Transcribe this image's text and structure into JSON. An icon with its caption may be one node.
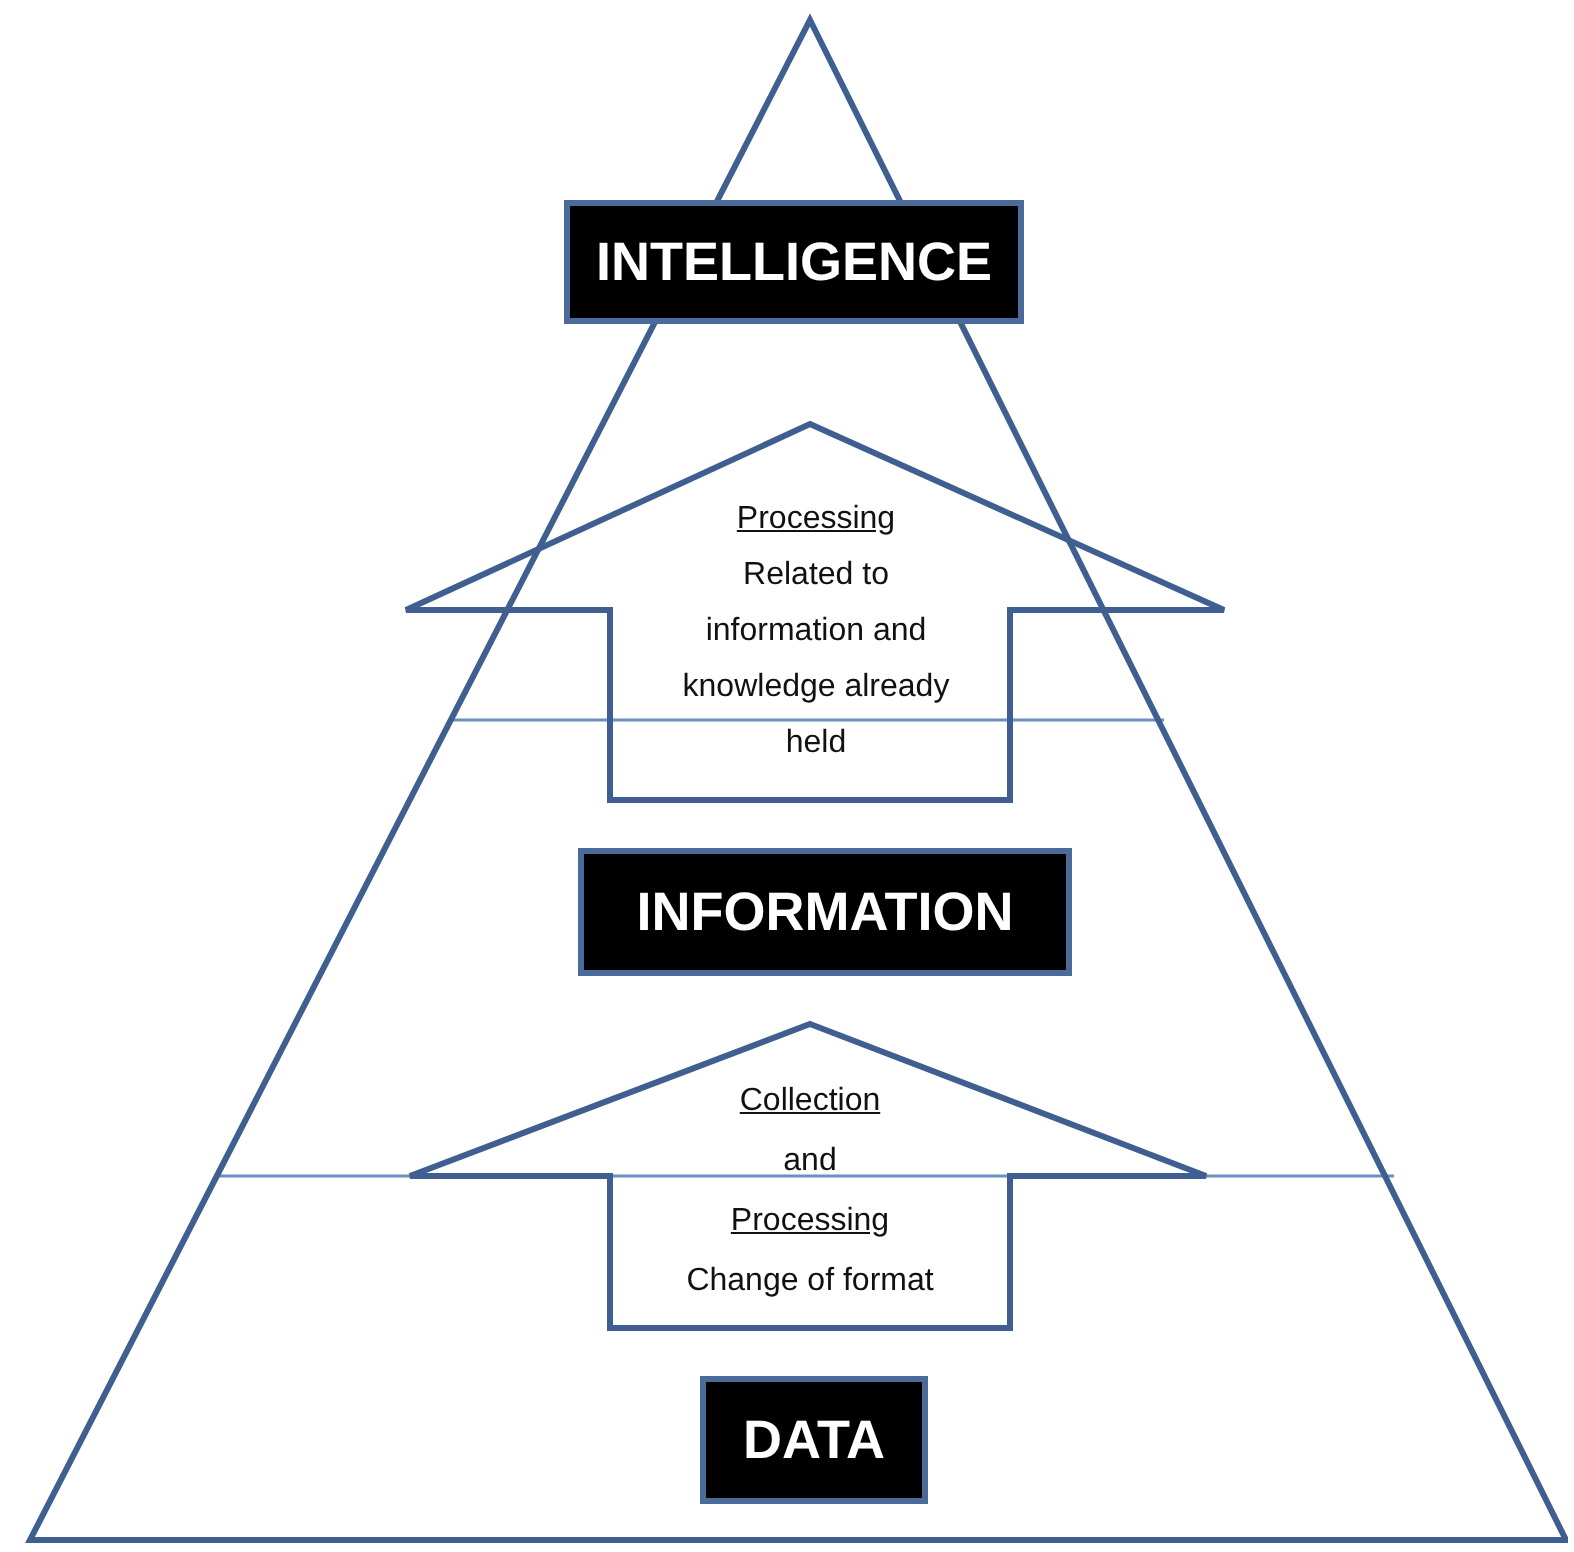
{
  "diagram": {
    "nodes": [
      {
        "text": [],
        "shape": "triangle"
      },
      {
        "text": [
          "INTELLIGENCE"
        ],
        "in": 0
      },
      {
        "text": [
          "Processing",
          "Related to information and knowledge already held"
        ],
        "in": 0
      },
      {
        "text": [
          "INFORMATION"
        ],
        "in": 0
      },
      {
        "text": [
          "Collection",
          "and",
          "Processing",
          "Change of format"
        ],
        "in": 0
      },
      {
        "text": [
          "DATA"
        ],
        "in": 0
      }
    ],
    "edges": [
      {
        "from": 3,
        "to": 1,
        "arrow": "to"
      },
      {
        "from": 5,
        "to": 3,
        "arrow": "to"
      }
    ]
  }
}
